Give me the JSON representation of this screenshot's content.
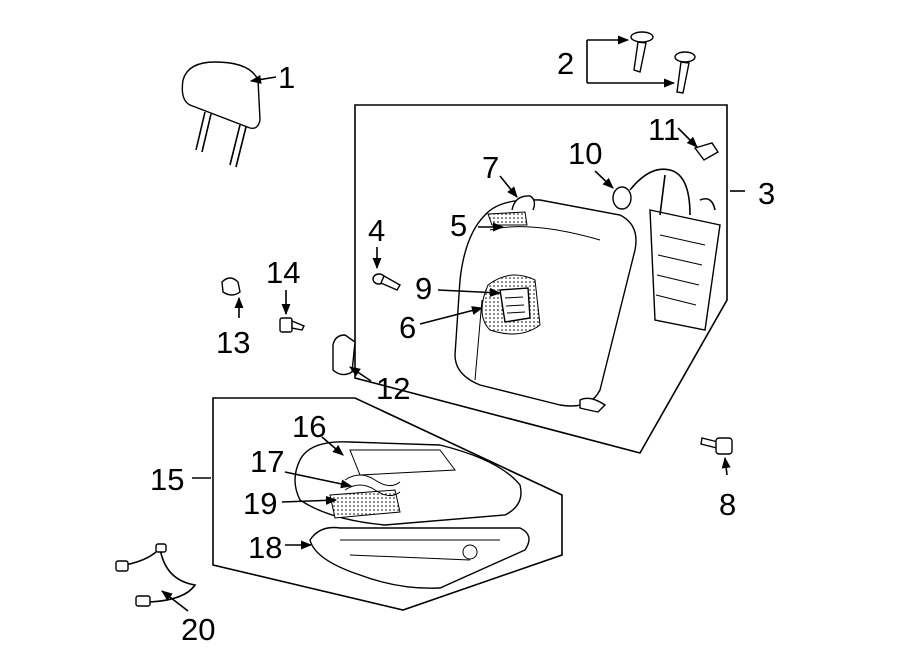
{
  "diagram": {
    "callouts": [
      {
        "id": "headrest",
        "label": "1"
      },
      {
        "id": "headrest-guide-pins",
        "label": "2"
      },
      {
        "id": "seat-back-assembly",
        "label": "3"
      },
      {
        "id": "seat-back-bolt",
        "label": "4"
      },
      {
        "id": "seat-back-cover",
        "label": "5"
      },
      {
        "id": "heater-element-back",
        "label": "6"
      },
      {
        "id": "seat-back-pad",
        "label": "7"
      },
      {
        "id": "frame-bolt",
        "label": "8"
      },
      {
        "id": "heater-back-label",
        "label": "9"
      },
      {
        "id": "lumbar-knob",
        "label": "10"
      },
      {
        "id": "clip",
        "label": "11"
      },
      {
        "id": "trim-cover",
        "label": "12"
      },
      {
        "id": "cap-nut",
        "label": "13"
      },
      {
        "id": "screw",
        "label": "14"
      },
      {
        "id": "seat-cushion-assembly",
        "label": "15"
      },
      {
        "id": "cushion-cover",
        "label": "16"
      },
      {
        "id": "cushion-pad",
        "label": "17"
      },
      {
        "id": "cushion-frame",
        "label": "18"
      },
      {
        "id": "heater-element-cushion",
        "label": "19"
      },
      {
        "id": "wire-harness",
        "label": "20"
      }
    ]
  }
}
